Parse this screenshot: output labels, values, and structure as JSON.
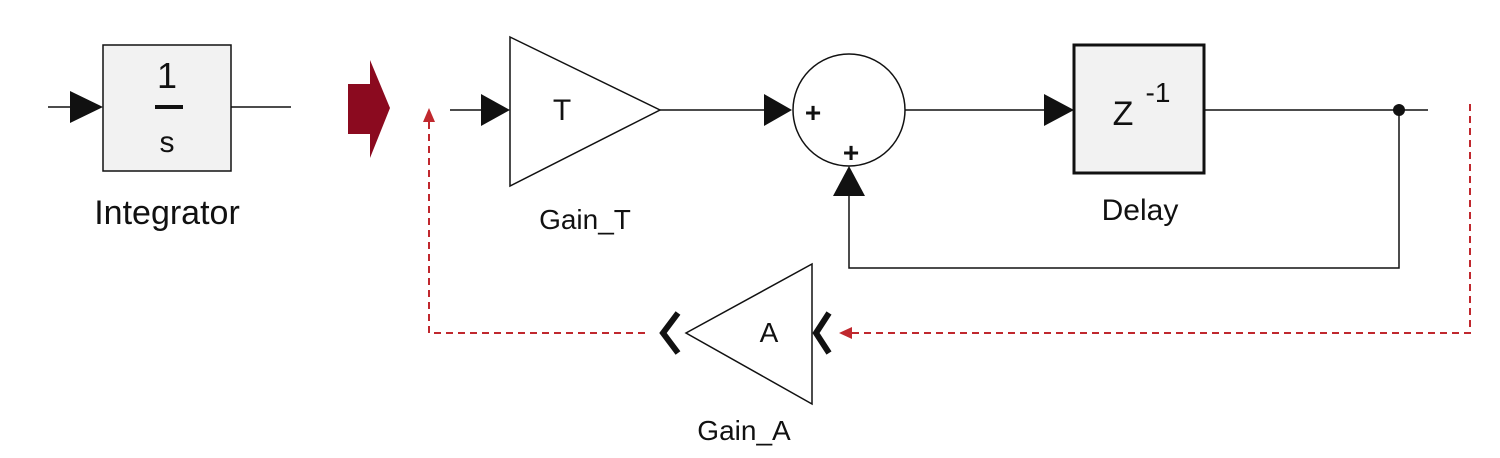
{
  "colors": {
    "line": "#111111",
    "accent": "#8b0a1f",
    "dashed_signal": "#c0282e",
    "block_fill": "#f2f2f2",
    "block_fill_white": "#ffffff"
  },
  "integrator": {
    "numerator": "1",
    "denominator": "s",
    "label": "Integrator"
  },
  "transform_arrow": {
    "icon": "right-block-arrow-icon"
  },
  "gain_t": {
    "symbol": "T",
    "label": "Gain_T"
  },
  "sum": {
    "sign_1": "+",
    "sign_2": "+"
  },
  "delay": {
    "base": "Z",
    "exponent": "-1",
    "label": "Delay"
  },
  "gain_a": {
    "symbol": "A",
    "label": "Gain_A"
  }
}
